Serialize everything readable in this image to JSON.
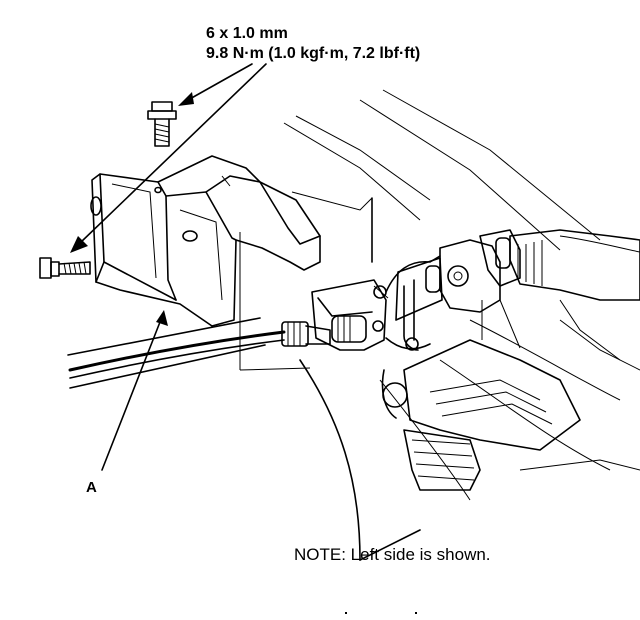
{
  "spec": {
    "bolt_size": "6 x 1.0 mm",
    "torque": "9.8 N·m (1.0 kgf·m, 7.2 lbf·ft)"
  },
  "callout": {
    "label": "A"
  },
  "note": {
    "text": "NOTE: Left side is shown."
  }
}
